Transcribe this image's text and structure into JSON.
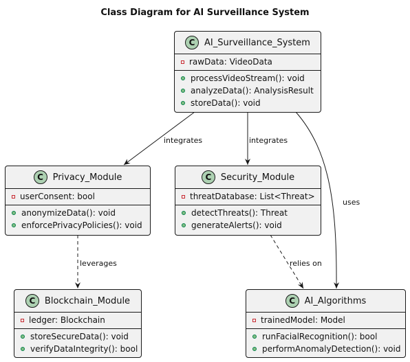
{
  "title": "Class Diagram for AI Surveillance System",
  "classes": {
    "ai_system": {
      "badge": "C",
      "name": "AI_Surveillance_System",
      "attributes": [
        {
          "visibility": "private",
          "text": "rawData: VideoData"
        }
      ],
      "methods": [
        {
          "visibility": "public",
          "text": "processVideoStream(): void"
        },
        {
          "visibility": "public",
          "text": "analyzeData(): AnalysisResult"
        },
        {
          "visibility": "public",
          "text": "storeData(): void"
        }
      ]
    },
    "privacy": {
      "badge": "C",
      "name": "Privacy_Module",
      "attributes": [
        {
          "visibility": "private",
          "text": "userConsent: bool"
        }
      ],
      "methods": [
        {
          "visibility": "public",
          "text": "anonymizeData(): void"
        },
        {
          "visibility": "public",
          "text": "enforcePrivacyPolicies(): void"
        }
      ]
    },
    "security": {
      "badge": "C",
      "name": "Security_Module",
      "attributes": [
        {
          "visibility": "private",
          "text": "threatDatabase: List<Threat>"
        }
      ],
      "methods": [
        {
          "visibility": "public",
          "text": "detectThreats(): Threat"
        },
        {
          "visibility": "public",
          "text": "generateAlerts(): void"
        }
      ]
    },
    "blockchain": {
      "badge": "C",
      "name": "Blockchain_Module",
      "attributes": [
        {
          "visibility": "private",
          "text": "ledger: Blockchain"
        }
      ],
      "methods": [
        {
          "visibility": "public",
          "text": "storeSecureData(): void"
        },
        {
          "visibility": "public",
          "text": "verifyDataIntegrity(): bool"
        }
      ]
    },
    "algorithms": {
      "badge": "C",
      "name": "AI_Algorithms",
      "attributes": [
        {
          "visibility": "private",
          "text": "trainedModel: Model"
        }
      ],
      "methods": [
        {
          "visibility": "public",
          "text": "runFacialRecognition(): bool"
        },
        {
          "visibility": "public",
          "text": "performAnomalyDetection(): void"
        }
      ]
    }
  },
  "relations": [
    {
      "from": "ai_system",
      "to": "privacy",
      "label": "integrates",
      "style": "solid"
    },
    {
      "from": "ai_system",
      "to": "security",
      "label": "integrates",
      "style": "solid"
    },
    {
      "from": "ai_system",
      "to": "algorithms",
      "label": "uses",
      "style": "solid"
    },
    {
      "from": "privacy",
      "to": "blockchain",
      "label": "leverages",
      "style": "dashed"
    },
    {
      "from": "security",
      "to": "algorithms",
      "label": "relies on",
      "style": "dashed"
    }
  ],
  "colors": {
    "box_fill": "#f1f1f1",
    "badge_fill": "#add1b2",
    "line": "#181818",
    "private": "#c82930",
    "public": "#84be84"
  }
}
